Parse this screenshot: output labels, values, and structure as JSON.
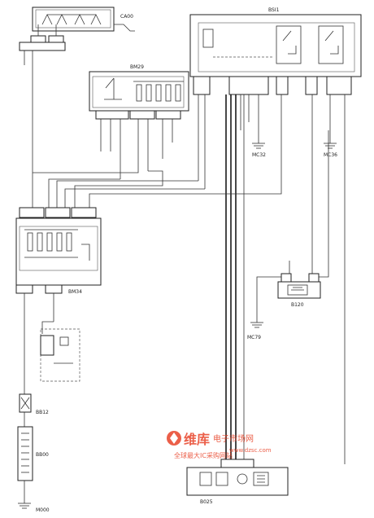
{
  "components": {
    "ca00": "CA00",
    "bsi1": "BSI1",
    "bm29": "BM29",
    "bm34": "BM34",
    "b120": "B120",
    "bb12": "BB12",
    "bb00": "BB00",
    "b025": "B025",
    "mc32": "MC32",
    "mc36": "MC36",
    "mc79": "MC79",
    "m000": "M000"
  },
  "watermark": {
    "brand": "维库",
    "text": "电子市场网",
    "url": "www.dzsc.com",
    "tagline": "全球最大IC采购网站",
    "color": "#e8442a"
  }
}
